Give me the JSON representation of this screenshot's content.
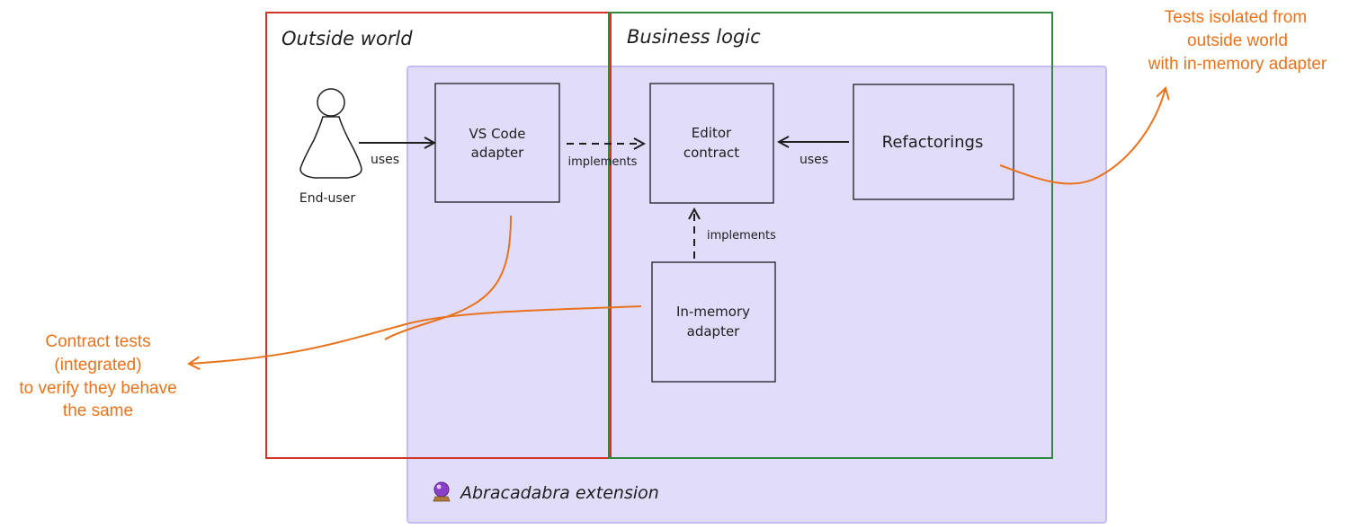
{
  "colors": {
    "extension_fill": "#e2dcfb",
    "extension_stroke": "#c6bcf2",
    "outside_world_stroke": "#d0352a",
    "business_logic_stroke": "#2e8b3e",
    "box_stroke": "#1e1e1e",
    "annotation": "#e8731c"
  },
  "regions": {
    "outside_world": "Outside world",
    "business_logic": "Business logic",
    "extension": "Abracadabra extension",
    "extension_icon": "crystal-ball-icon"
  },
  "nodes": {
    "end_user": "End-user",
    "vscode_adapter": [
      "VS Code",
      "adapter"
    ],
    "editor_contract": [
      "Editor",
      "contract"
    ],
    "refactorings": "Refactorings",
    "in_memory_adapter": [
      "In-memory",
      "adapter"
    ]
  },
  "edges": {
    "user_to_vscode": "uses",
    "vscode_to_contract": "implements",
    "refactorings_to_contract": "uses",
    "inmemory_to_contract": "implements"
  },
  "annotations": {
    "tests_isolated": [
      "Tests isolated from",
      "outside world",
      "with in-memory adapter"
    ],
    "contract_tests": [
      "Contract tests",
      "(integrated)",
      "to verify they behave",
      "the same"
    ]
  }
}
